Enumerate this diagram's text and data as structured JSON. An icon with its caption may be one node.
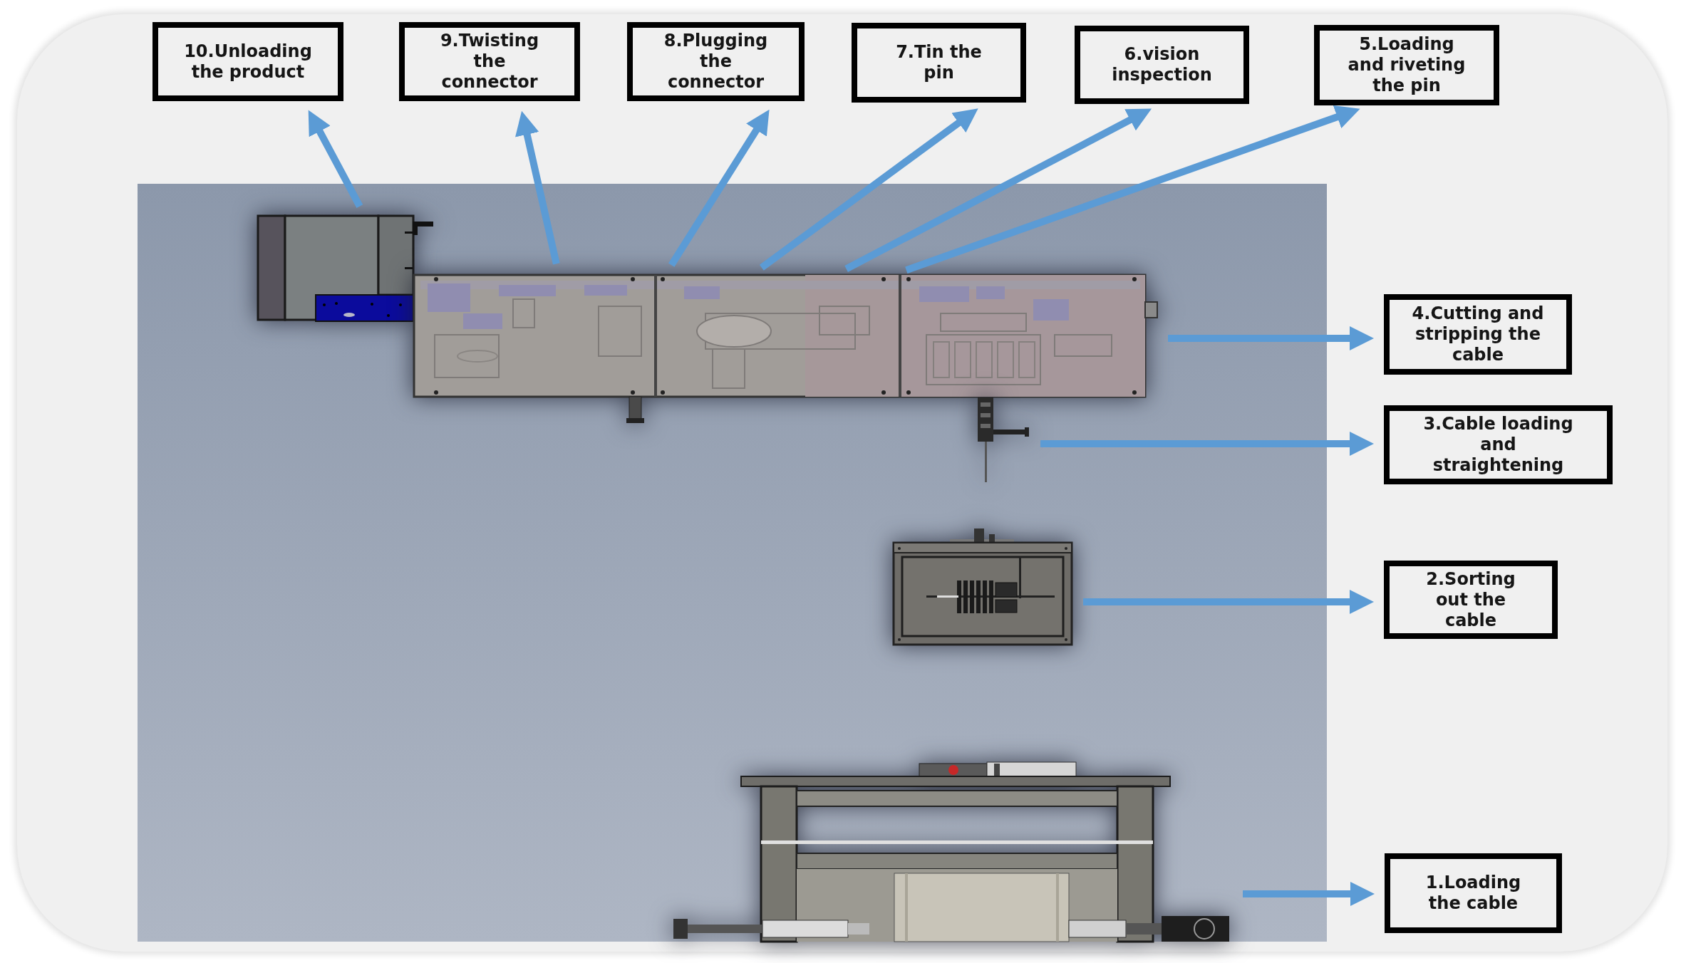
{
  "diagram": {
    "nodes": [
      {
        "text": [
          "10.Unloading the product"
        ]
      },
      {
        "text": [
          "9.Twisting the connector"
        ]
      },
      {
        "text": [
          "8.Plugging the connector"
        ]
      },
      {
        "text": [
          "7.Tin the pin"
        ]
      },
      {
        "text": [
          "6.vision inspection"
        ]
      },
      {
        "text": [
          "5.Loading and riveting the pin"
        ]
      },
      {
        "text": [
          "4.Cutting and stripping the cable"
        ]
      },
      {
        "text": [
          "3.Cable loading and straightening"
        ]
      },
      {
        "text": [
          "2.Sorting out the cable"
        ]
      },
      {
        "text": [
          "1.Loading the cable"
        ]
      },
      {
        "text": [],
        "shape": "picture"
      },
      {
        "text": [],
        "shape": "picture"
      },
      {
        "text": [],
        "shape": "picture"
      },
      {
        "text": [],
        "shape": "picture"
      },
      {
        "text": [],
        "shape": "picture"
      }
    ],
    "edges": [
      {
        "from": 10,
        "to": 0,
        "arrow": "to"
      },
      {
        "from": 11,
        "to": 1,
        "arrow": "to"
      },
      {
        "from": 11,
        "to": 2,
        "arrow": "to"
      },
      {
        "from": 11,
        "to": 3,
        "arrow": "to"
      },
      {
        "from": 11,
        "to": 4,
        "arrow": "to"
      },
      {
        "from": 11,
        "to": 5,
        "arrow": "to"
      },
      {
        "from": 11,
        "to": 6,
        "arrow": "to"
      },
      {
        "from": 12,
        "to": 7,
        "arrow": "to"
      },
      {
        "from": 13,
        "to": 8,
        "arrow": "to"
      },
      {
        "from": 14,
        "to": 9,
        "arrow": "to"
      }
    ]
  }
}
